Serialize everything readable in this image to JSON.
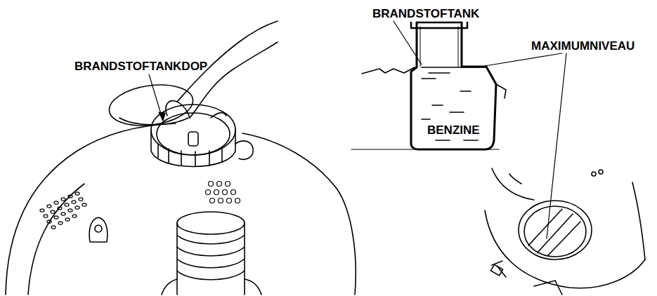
{
  "diagram": {
    "labels": [
      "BRANDSTOFTANKDOP",
      "BRANDSTOFTANK",
      "MAXIMUMNIVEAU",
      "BENZINE"
    ]
  }
}
